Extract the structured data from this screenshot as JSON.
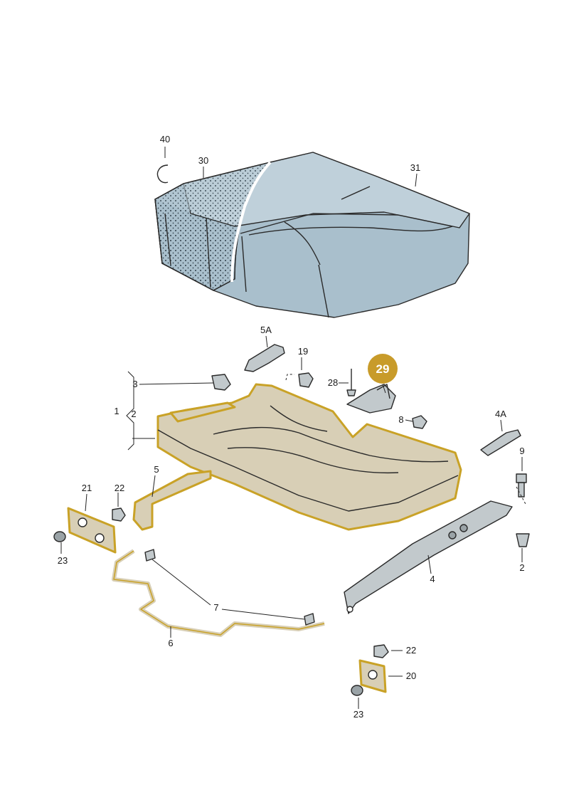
{
  "colors": {
    "cushion_fill": "#a9bfcc",
    "cushion_dark": "#8aa4b5",
    "frame_fill": "#d8cfb6",
    "frame_outline": "#c9a227",
    "metal_fill": "#c2c9cc",
    "badge_fill": "#c89b2a"
  },
  "badge": {
    "number": "29"
  },
  "labels": {
    "p40": "40",
    "p30": "30",
    "p31": "31",
    "p5A": "5A",
    "p19": "19",
    "p28": "28",
    "p3": "3",
    "p1": "1",
    "p2_group": "2",
    "p8": "8",
    "p4A": "4A",
    "p9": "9",
    "p5": "5",
    "p21": "21",
    "p22_left": "22",
    "p23_left": "23",
    "p2_right": "2",
    "p4": "4",
    "p7": "7",
    "p6": "6",
    "p22_right": "22",
    "p20": "20",
    "p23_right": "23"
  }
}
